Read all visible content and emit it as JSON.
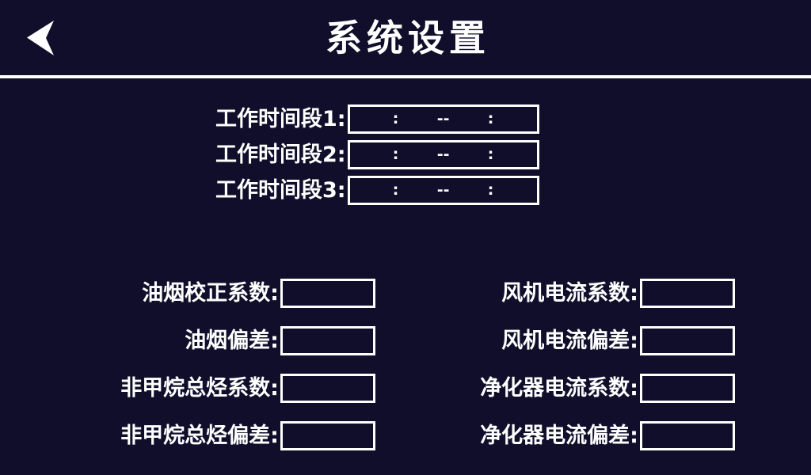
{
  "header": {
    "title": "系统设置",
    "back_icon": "back-arrow-icon"
  },
  "time_section": {
    "rows": [
      {
        "label": "工作时间段1:",
        "start_hour": "",
        "start_minute": "",
        "separator": "--",
        "end_hour": "",
        "end_minute": "",
        "colon": ":"
      },
      {
        "label": "工作时间段2:",
        "start_hour": "",
        "start_minute": "",
        "separator": "--",
        "end_hour": "",
        "end_minute": "",
        "colon": ":"
      },
      {
        "label": "工作时间段3:",
        "start_hour": "",
        "start_minute": "",
        "separator": "--",
        "end_hour": "",
        "end_minute": "",
        "colon": ":"
      }
    ]
  },
  "params": {
    "rows": [
      {
        "left": {
          "label": "油烟校正系数:",
          "value": ""
        },
        "right": {
          "label": "风机电流系数:",
          "value": ""
        }
      },
      {
        "left": {
          "label": "油烟偏差:",
          "value": ""
        },
        "right": {
          "label": "风机电流偏差:",
          "value": ""
        }
      },
      {
        "left": {
          "label": "非甲烷总烃系数:",
          "value": ""
        },
        "right": {
          "label": "净化器电流系数:",
          "value": ""
        }
      },
      {
        "left": {
          "label": "非甲烷总烃偏差:",
          "value": ""
        },
        "right": {
          "label": "净化器电流偏差:",
          "value": ""
        }
      }
    ]
  },
  "colors": {
    "background": "#100e2b",
    "foreground": "#ffffff",
    "border": "#ffffff"
  }
}
